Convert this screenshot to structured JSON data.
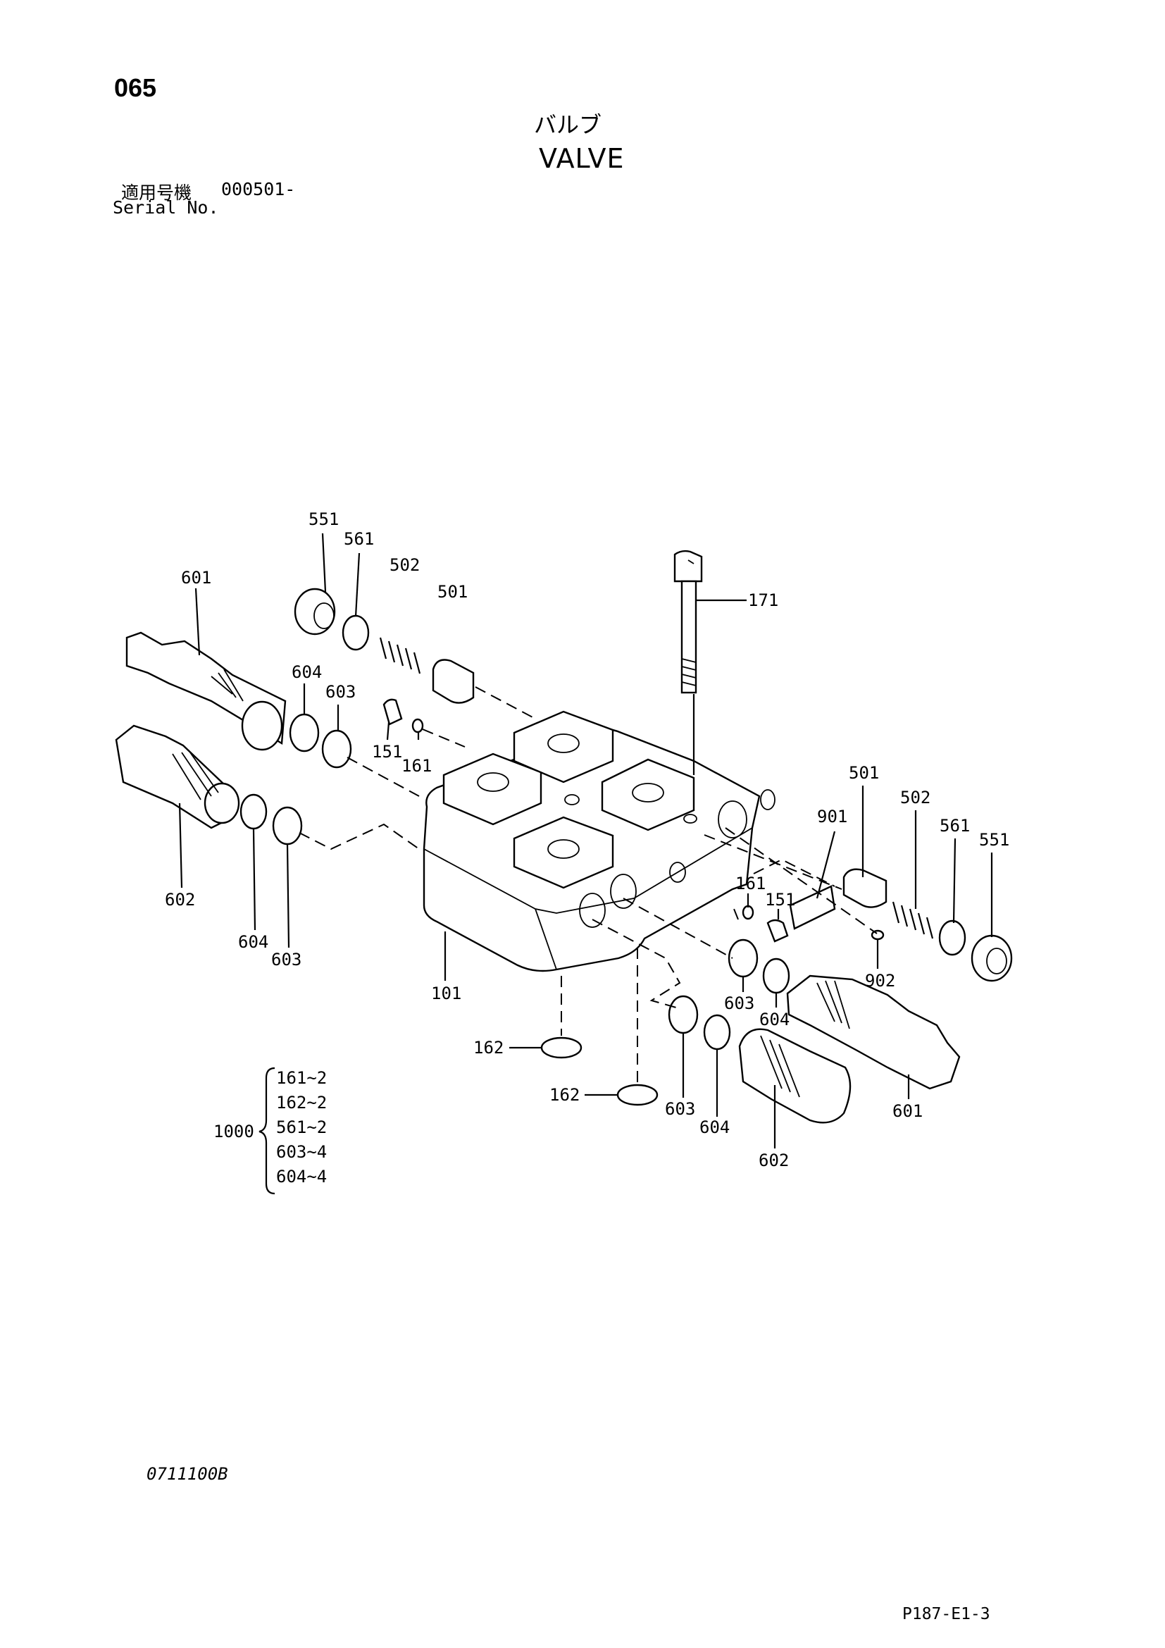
{
  "page_number": "065",
  "title_ja": "バルブ",
  "title_en": "VALVE",
  "serial": {
    "label_ja": "適用号機",
    "value": "000501-",
    "label_en": "Serial No."
  },
  "callouts": [
    "551",
    "561",
    "502",
    "501",
    "601",
    "604",
    "603",
    "151",
    "161",
    "171",
    "602",
    "604",
    "603",
    "101",
    "501",
    "502",
    "561",
    "551",
    "901",
    "161",
    "151",
    "902",
    "603",
    "604",
    "162",
    "162",
    "603",
    "604",
    "602",
    "601"
  ],
  "kit": {
    "number": "1000",
    "items": [
      "161~2",
      "162~2",
      "561~2",
      "603~4",
      "604~4"
    ]
  },
  "diagram_code": "0711100B",
  "page_ref": "P187-E1-3"
}
